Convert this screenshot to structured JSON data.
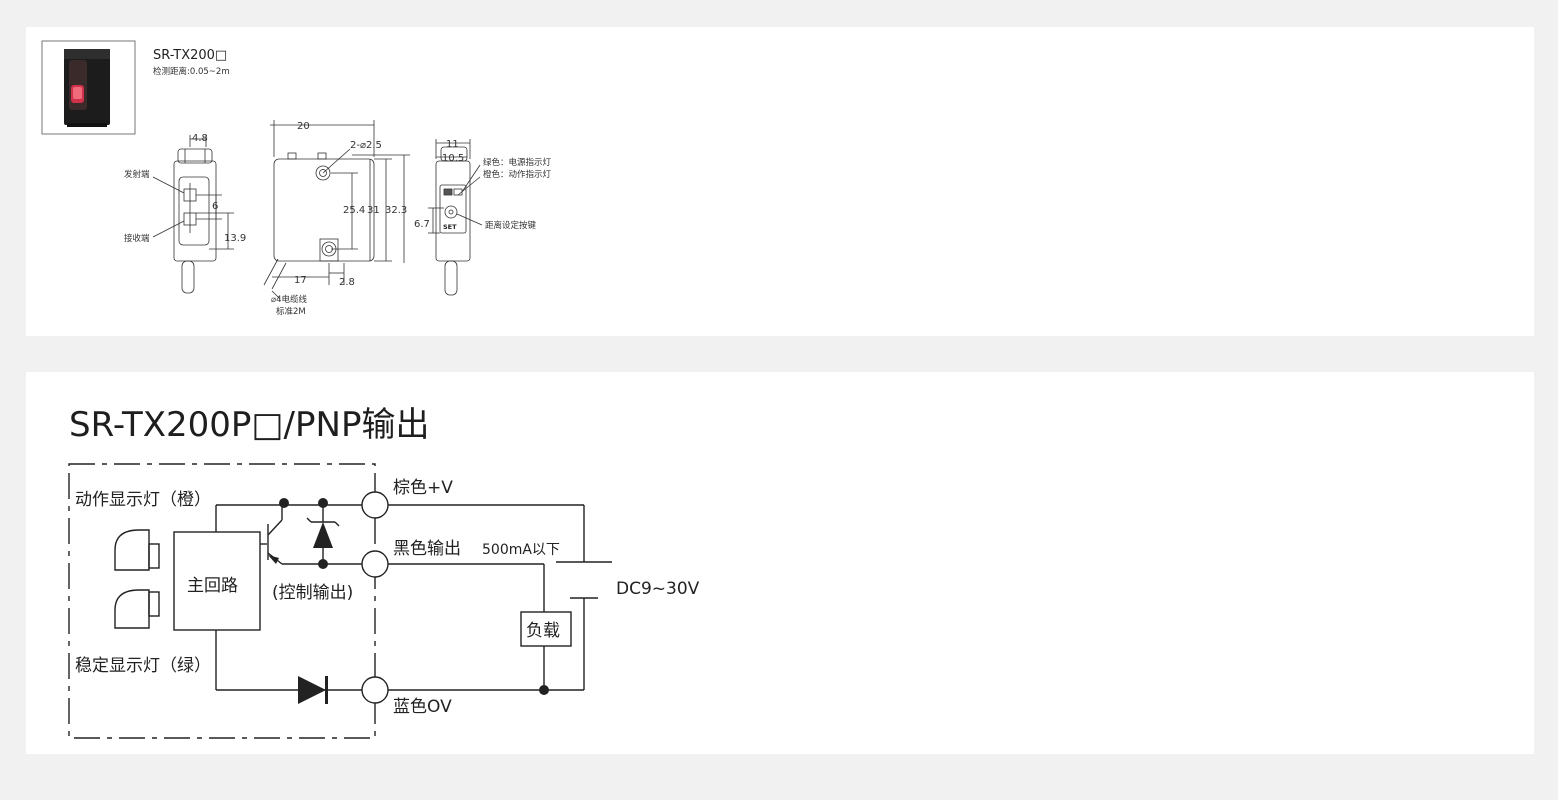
{
  "product": {
    "model": "SR-TX200□",
    "detect_range": "检测距离:0.05~2m"
  },
  "dimensions": {
    "d_4_8": "4.8",
    "d_20": "20",
    "d_11": "11",
    "d_10_5": "10.5",
    "d_6": "6",
    "d_13_9": "13.9",
    "d_hole": "2-⌀2.5",
    "d_25_4": "25.4",
    "d_31": "31",
    "d_32_3": "32.3",
    "d_17": "17",
    "d_2_8": "2.8",
    "d_6_7": "6.7",
    "emitter": "发射端",
    "receiver": "接收端",
    "cable": "⌀4电缆线",
    "cable_len": "标准2M",
    "green_led": "绿色：电源指示灯",
    "orange_led": "橙色：动作指示灯",
    "set_button": "距离设定按键",
    "set_text": "SET"
  },
  "circuit": {
    "title": "SR-TX200P□/PNP输出",
    "action_led": "动作显示灯（橙）",
    "stable_led": "稳定显示灯（绿）",
    "main_circuit": "主回路",
    "control_output": "(控制输出)",
    "brown": "棕色+V",
    "black": "黑色输出",
    "current": "500mA以下",
    "power": "DC9~30V",
    "load": "负载",
    "blue": "蓝色OV"
  }
}
